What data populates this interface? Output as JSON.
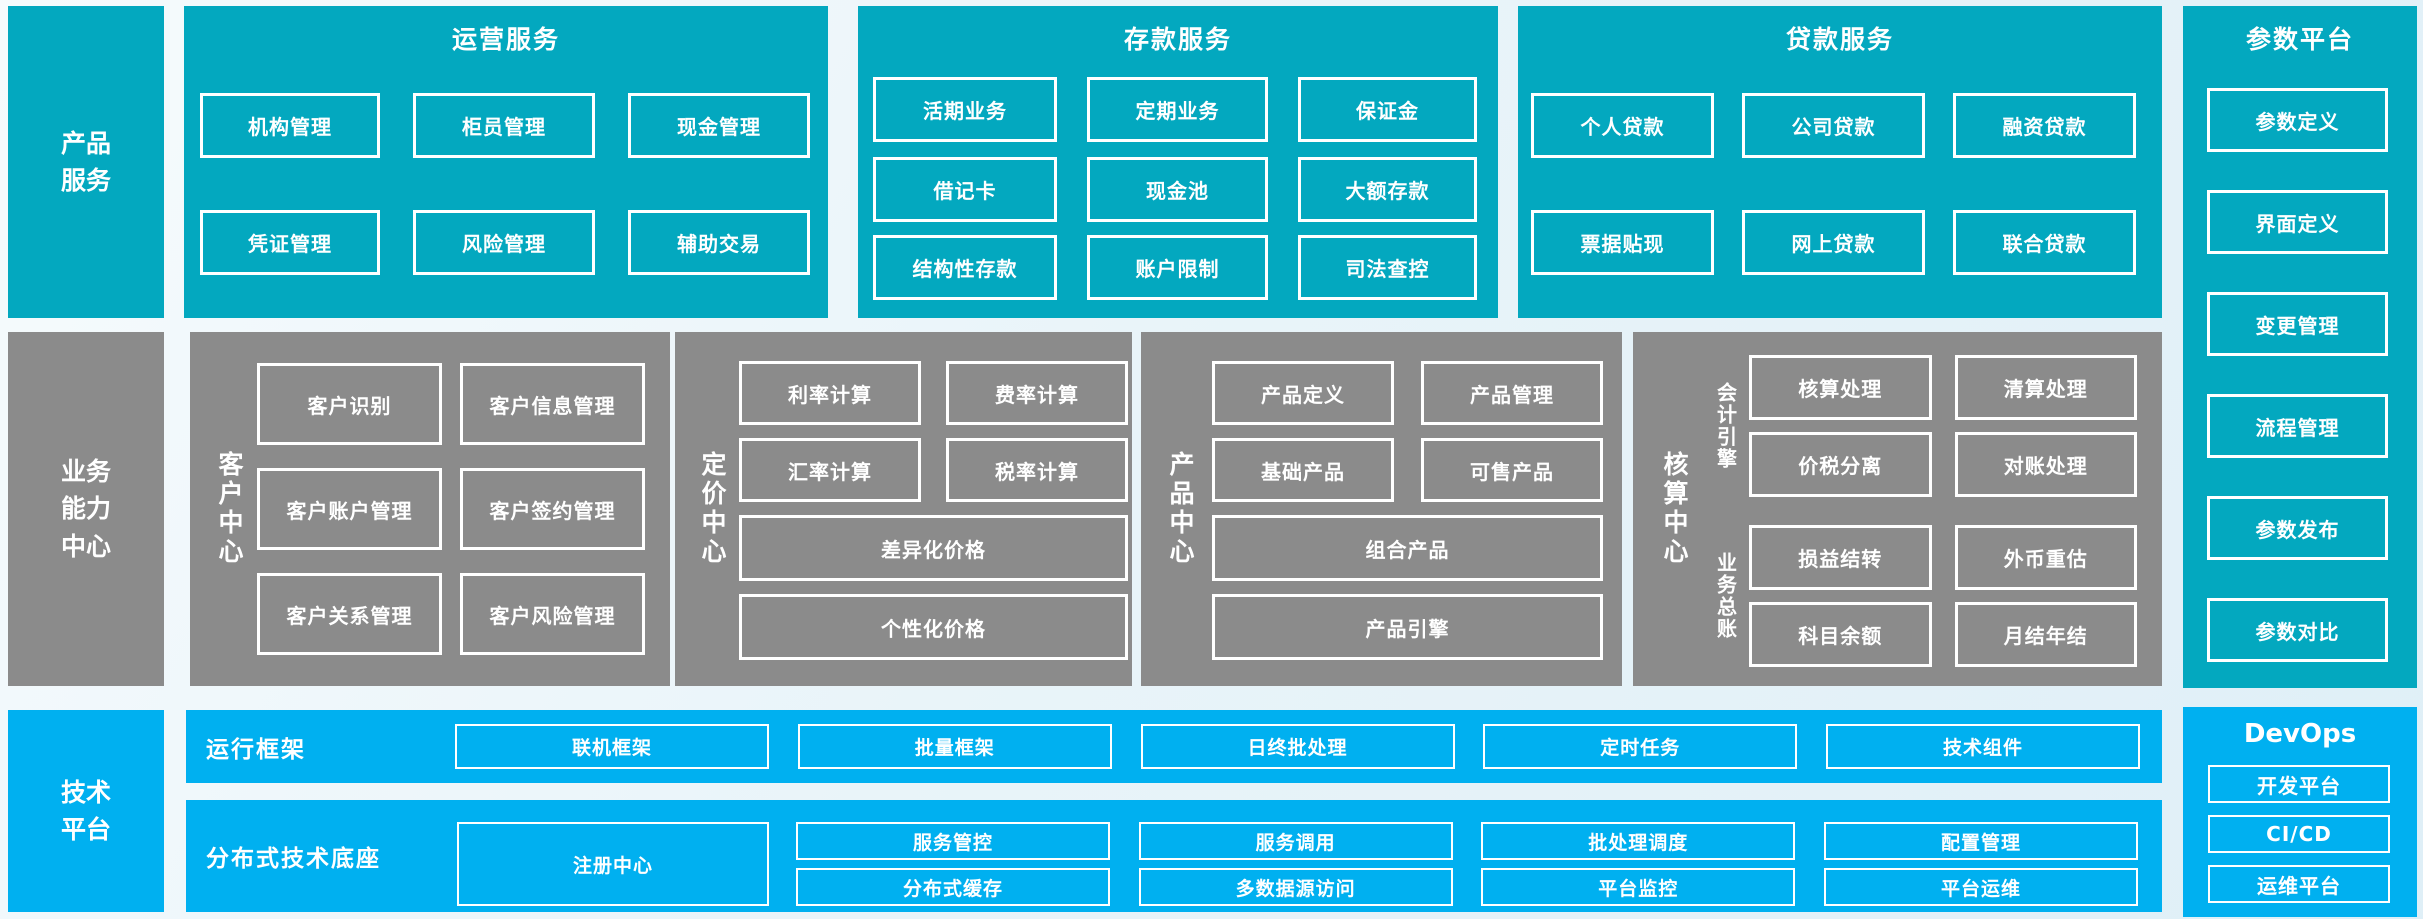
{
  "palette": {
    "teal": "#03a8bf",
    "gray": "#8b8b8b",
    "blue": "#00b0f0",
    "text": "#ffffff",
    "background": "#e9f4f9"
  },
  "product_services": {
    "sidebar": "产品\n服务",
    "operation": {
      "title": "运营服务",
      "items": [
        "机构管理",
        "柜员管理",
        "现金管理",
        "凭证管理",
        "风险管理",
        "辅助交易"
      ]
    },
    "deposit": {
      "title": "存款服务",
      "items": [
        "活期业务",
        "定期业务",
        "保证金",
        "借记卡",
        "现金池",
        "大额存款",
        "结构性存款",
        "账户限制",
        "司法查控"
      ]
    },
    "loan": {
      "title": "贷款服务",
      "items": [
        "个人贷款",
        "公司贷款",
        "融资贷款",
        "票据贴现",
        "网上贷款",
        "联合贷款"
      ]
    }
  },
  "business_capability": {
    "sidebar": "业务\n能力\n中心",
    "customer": {
      "label": "客户中心",
      "items": [
        "客户识别",
        "客户信息管理",
        "客户账户管理",
        "客户签约管理",
        "客户关系管理",
        "客户风险管理"
      ]
    },
    "pricing": {
      "label": "定价中心",
      "items": [
        "利率计算",
        "费率计算",
        "汇率计算",
        "税率计算"
      ],
      "wide_items": [
        "差异化价格",
        "个性化价格"
      ]
    },
    "product": {
      "label": "产品中心",
      "items": [
        "产品定义",
        "产品管理",
        "基础产品",
        "可售产品"
      ],
      "wide_items": [
        "组合产品",
        "产品引擎"
      ]
    },
    "accounting": {
      "label": "核算中心",
      "groups": [
        {
          "label": "会计引擎",
          "items": [
            "核算处理",
            "清算处理",
            "价税分离",
            "对账处理"
          ]
        },
        {
          "label": "业务总账",
          "items": [
            "损益结转",
            "外币重估",
            "科目余额",
            "月结年结"
          ]
        }
      ]
    }
  },
  "technology_platform": {
    "sidebar": "技术\n平台",
    "runtime": {
      "label": "运行框架",
      "items": [
        "联机框架",
        "批量框架",
        "日终批处理",
        "定时任务",
        "技术组件"
      ]
    },
    "distributed": {
      "label": "分布式技术底座",
      "feature": "注册中心",
      "grid": [
        [
          "服务管控",
          "服务调用",
          "批处理调度",
          "配置管理"
        ],
        [
          "分布式缓存",
          "多数据源访问",
          "平台监控",
          "平台运维"
        ]
      ]
    }
  },
  "right_column": {
    "param_platform": {
      "title": "参数平台",
      "items": [
        "参数定义",
        "界面定义",
        "变更管理",
        "流程管理",
        "参数发布",
        "参数对比"
      ]
    },
    "devops": {
      "title": "DevOps",
      "items": [
        "开发平台",
        "CI/CD",
        "运维平台"
      ]
    }
  }
}
